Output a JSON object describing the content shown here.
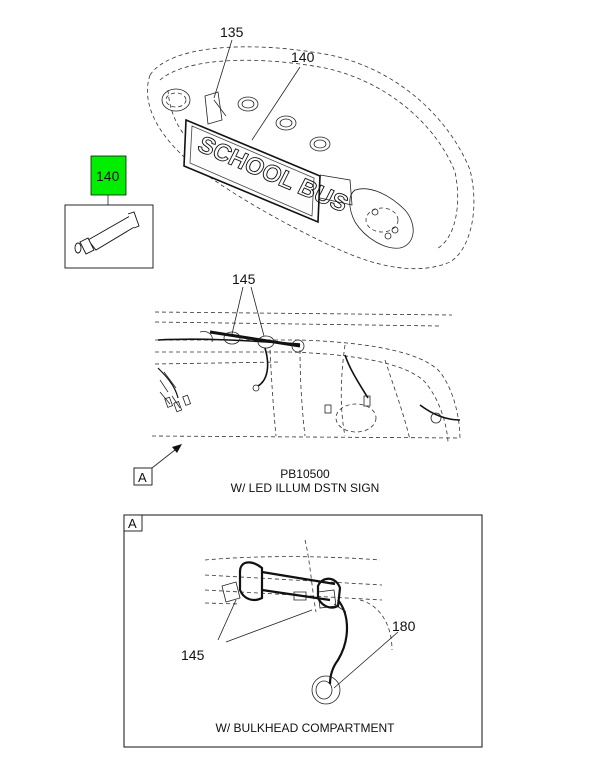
{
  "callouts": {
    "c135": "135",
    "c140_top": "140",
    "c140_box": "140",
    "c145_top": "145",
    "c145_detail": "145",
    "c180": "180"
  },
  "sign_text": "SCHOOL BUS",
  "view_ref_main": "A",
  "view_ref_detail": "A",
  "caption_main_line1": "PB10500",
  "caption_main_line2": "W/ LED ILLUM DSTN SIGN",
  "caption_detail": "W/ BULKHEAD COMPARTMENT",
  "colors": {
    "highlight": "#00ee00",
    "line": "#111111"
  }
}
